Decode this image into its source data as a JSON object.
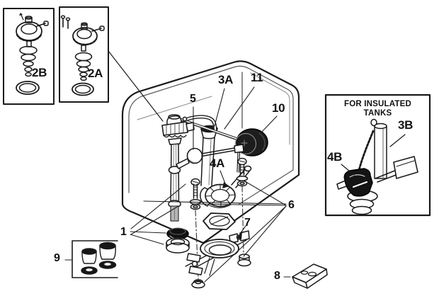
{
  "diagram": {
    "insulated_box": {
      "title_line1": "FOR INSULATED",
      "title_line2": "TANKS"
    },
    "callouts": {
      "c1": "1",
      "c2a": "2A",
      "c2b": "2B",
      "c3a": "3A",
      "c3b": "3B",
      "c4a": "4A",
      "c4b": "4B",
      "c5": "5",
      "c6": "6",
      "c7": "7",
      "c8": "8",
      "c9": "9",
      "c10": "10",
      "c11": "11"
    },
    "colors": {
      "line": "#1a1a1a",
      "dark_fill": "#161616",
      "shade_gray": "#b5b5b5",
      "background": "#ffffff"
    }
  }
}
